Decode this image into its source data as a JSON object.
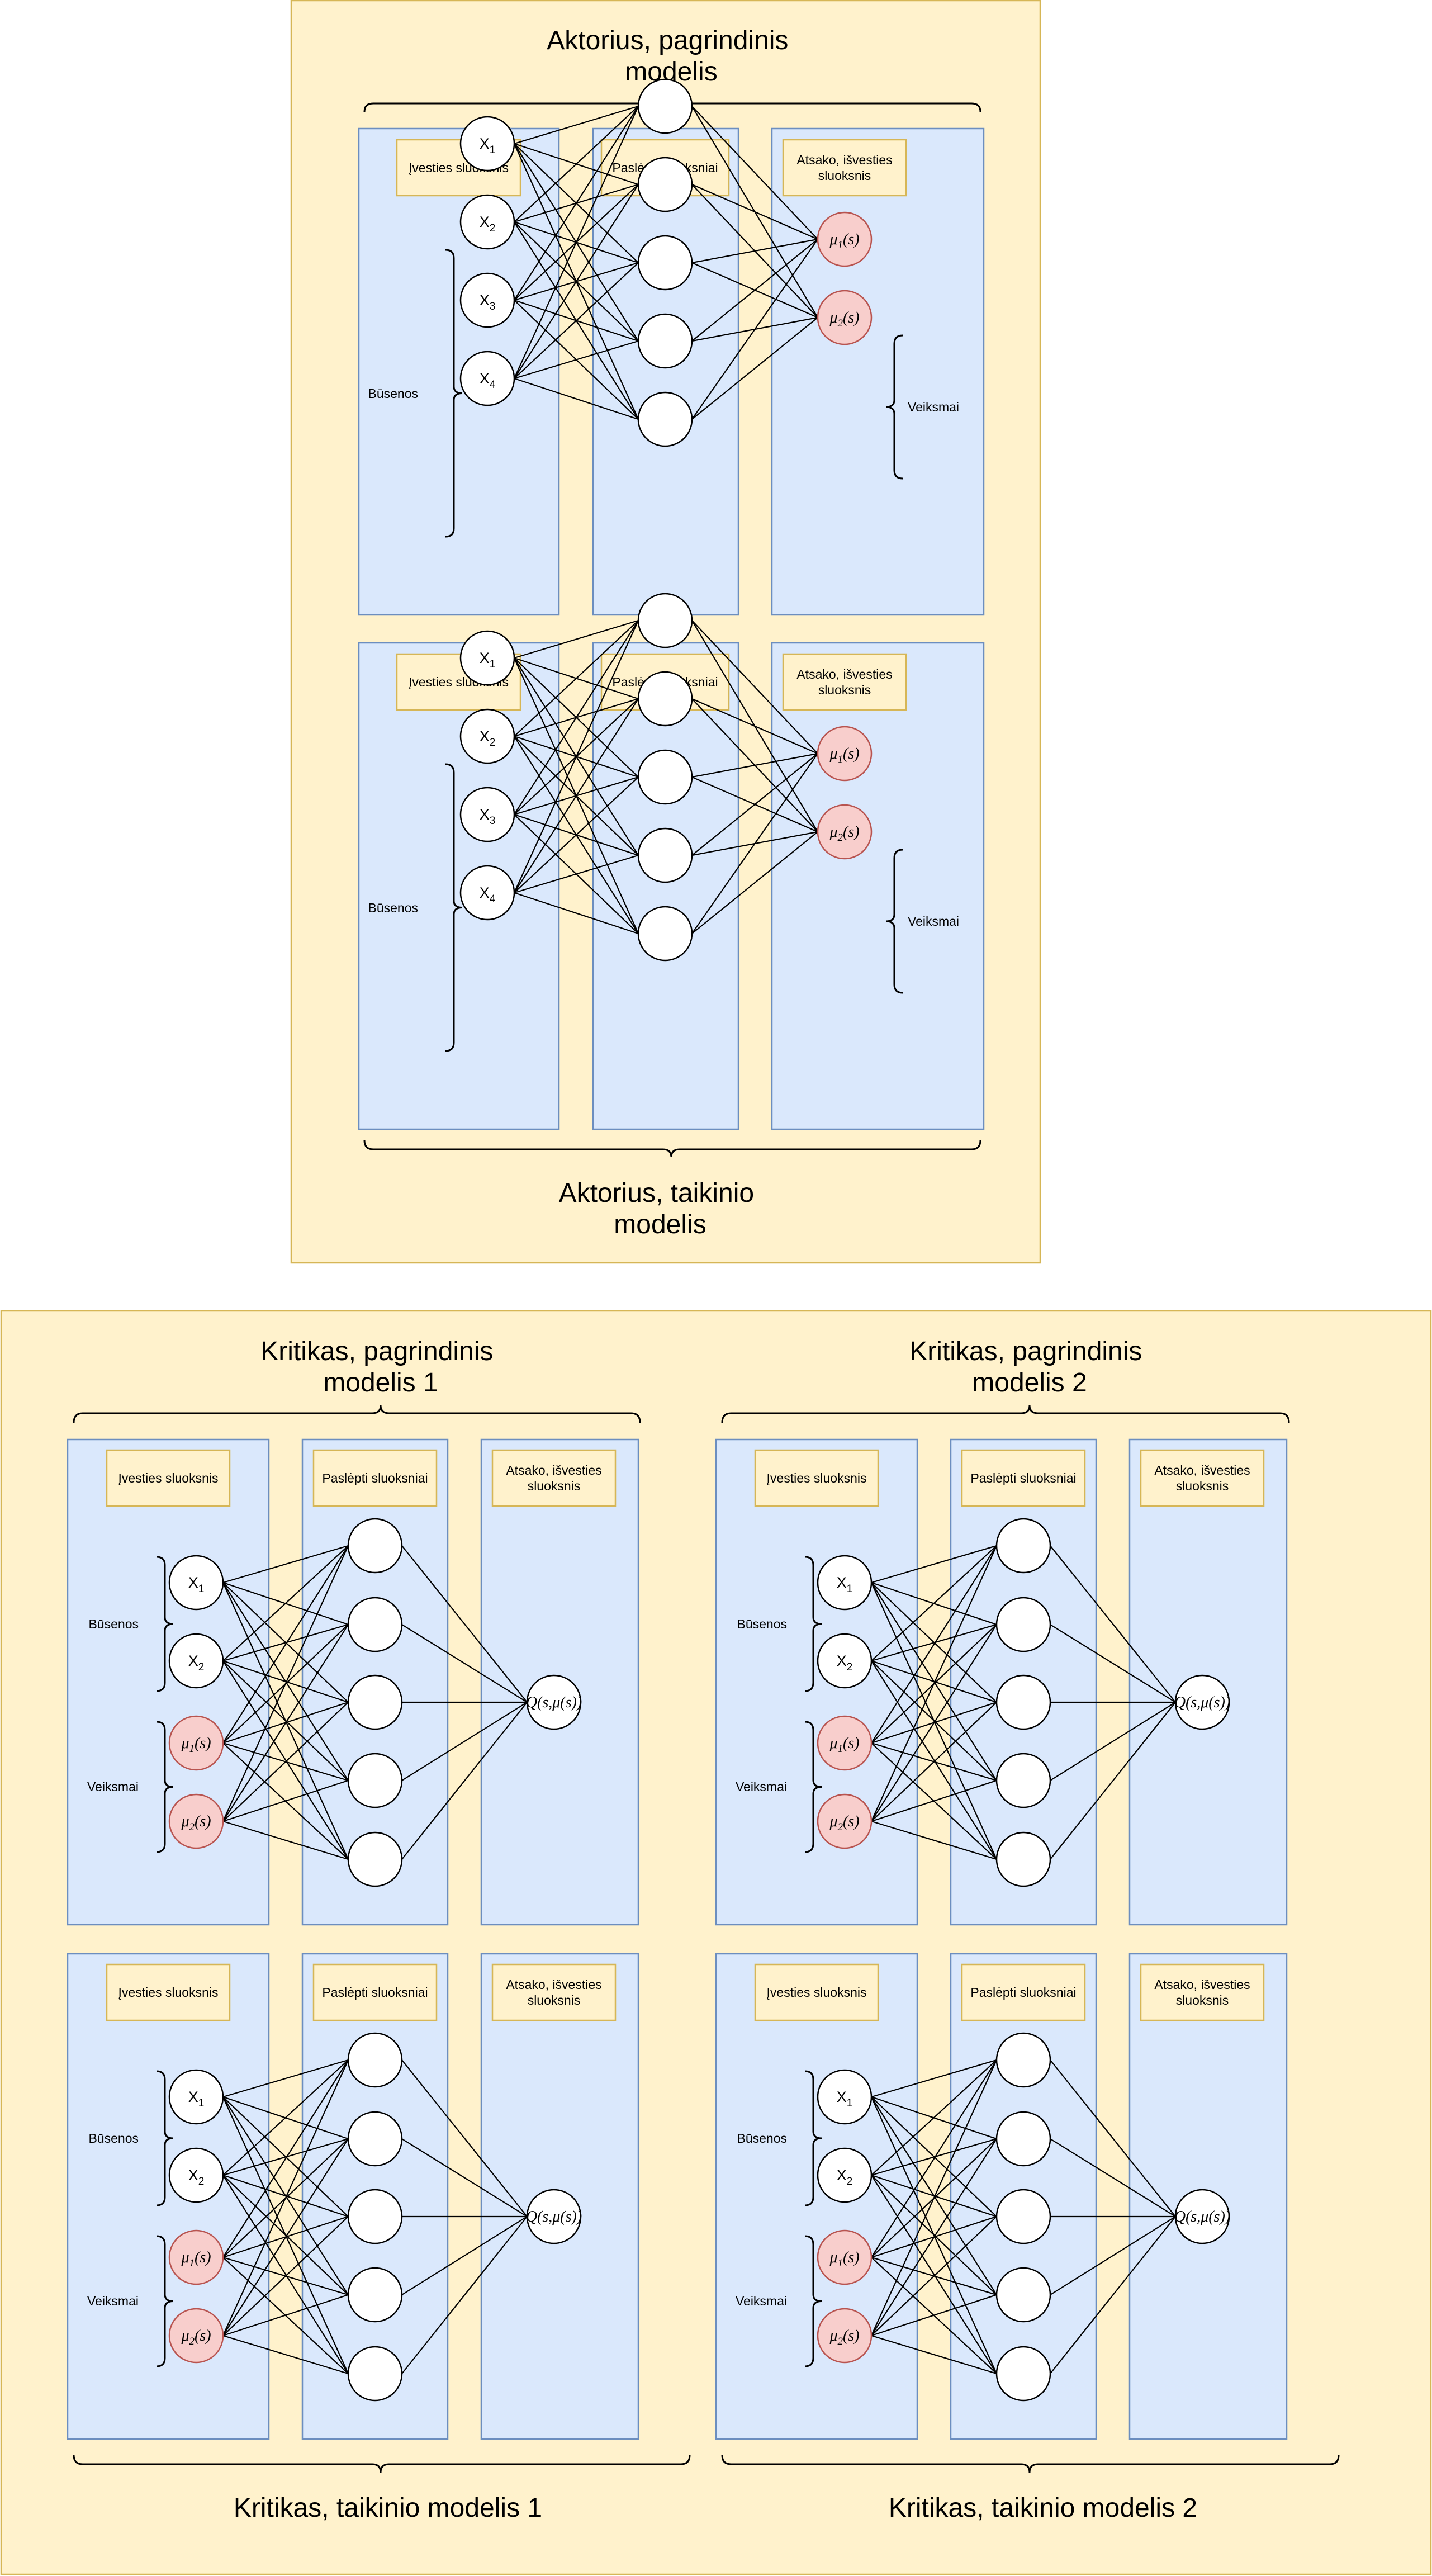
{
  "actor": {
    "main_title": [
      "Aktorius, pagrindinis",
      "modelis"
    ],
    "target_title": [
      "Aktorius, taikinio",
      "modelis"
    ]
  },
  "critic": {
    "main1_title": [
      "Kritikas, pagrindinis",
      "modelis 1"
    ],
    "main2_title": [
      "Kritikas, pagrindinis",
      "modelis 2"
    ],
    "target1_title": "Kritikas, taikinio modelis 1",
    "target2_title": "Kritikas, taikinio modelis 2"
  },
  "labels": {
    "input_layer": "Įvesties sluoksnis",
    "hidden_layers": "Paslėpti sluoksniai",
    "output_layer": [
      "Atsako, išvesties",
      "sluoksnis"
    ],
    "states": "Būsenos",
    "actions": "Veiksmai"
  },
  "nodes": {
    "state_inputs": [
      "X1",
      "X2",
      "X3",
      "X4"
    ],
    "action_outputs": [
      "μ1(s)",
      "μ2(s)"
    ],
    "critic_output": "Q(s,μ(s))"
  },
  "colors": {
    "frame_fill": "#fff2cc",
    "frame_stroke": "#d6b656",
    "panel_fill": "#dae8fc",
    "panel_stroke": "#6c8ebf",
    "action_node_fill": "#f8cecc",
    "action_node_stroke": "#b85450"
  }
}
